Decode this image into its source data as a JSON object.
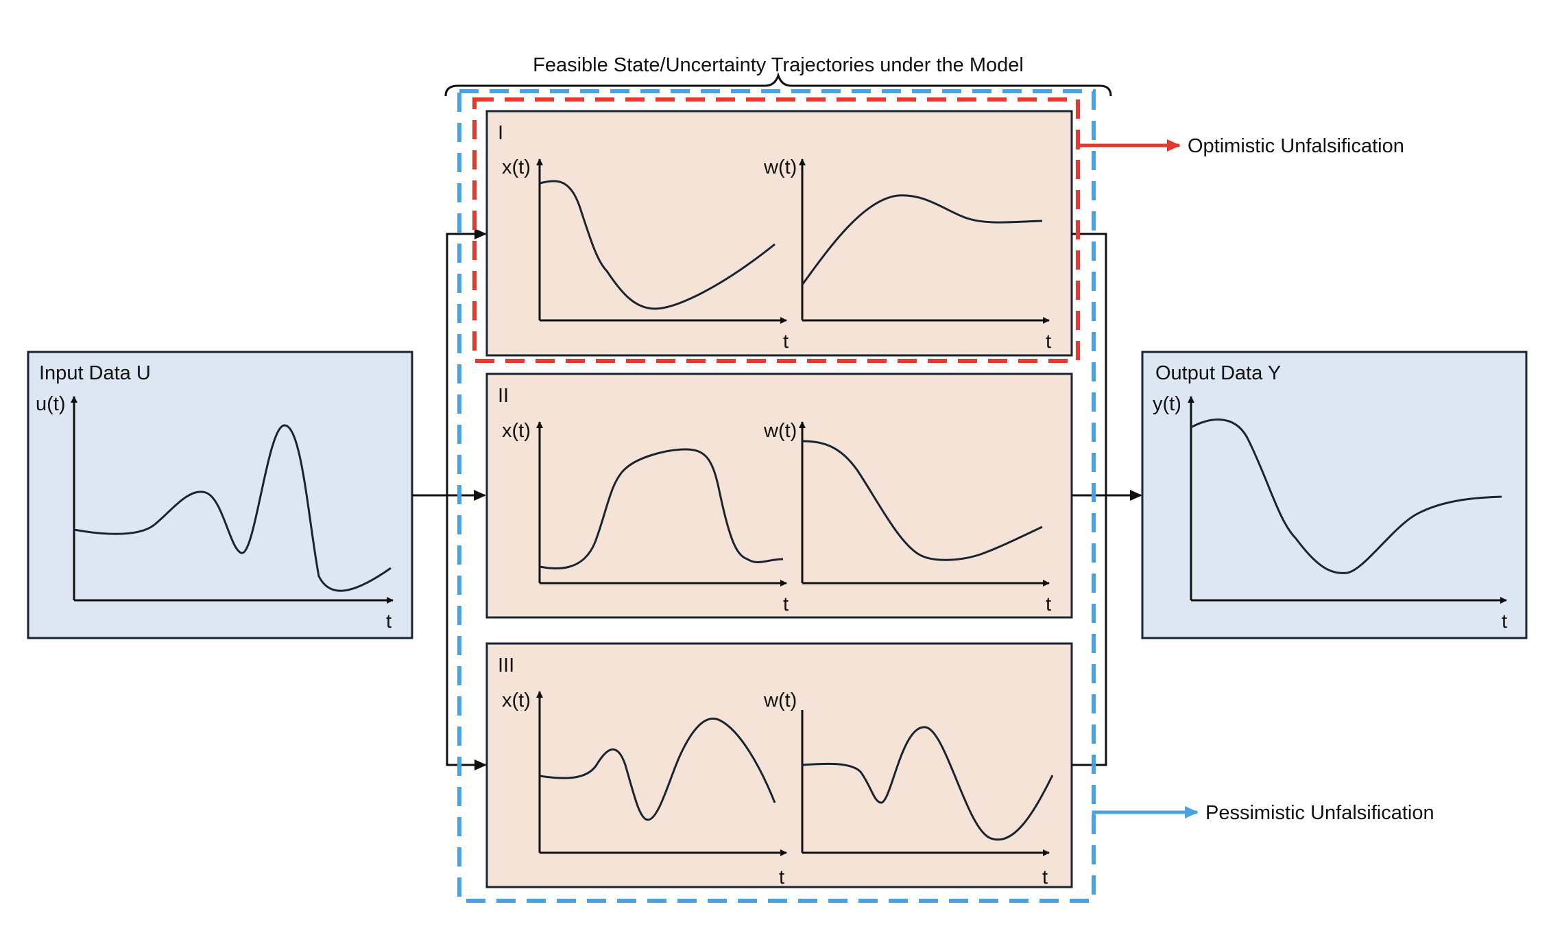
{
  "header": {
    "title": "Feasible State/Uncertainty Trajectories under the Model"
  },
  "input": {
    "title": "Input Data U",
    "y_label": "u(t)",
    "x_label": "t"
  },
  "output": {
    "title": "Output Data Y",
    "y_label": "y(t)",
    "x_label": "t"
  },
  "scenarios": [
    {
      "id": "I",
      "left_y_label": "x(t)",
      "right_y_label": "w(t)",
      "x_label": "t"
    },
    {
      "id": "II",
      "left_y_label": "x(t)",
      "right_y_label": "w(t)",
      "x_label": "t"
    },
    {
      "id": "III",
      "left_y_label": "x(t)",
      "right_y_label": "w(t)",
      "x_label": "t"
    }
  ],
  "legend": {
    "optimistic": "Optimistic Unfalsification",
    "pessimistic": "Pessimistic Unfalsification"
  },
  "colors": {
    "io_fill": "#dde7f3",
    "scenario_fill": "#f5e3d8",
    "border": "#1a2431",
    "optimistic": "#e23a2e",
    "pessimistic": "#4aa3df"
  }
}
